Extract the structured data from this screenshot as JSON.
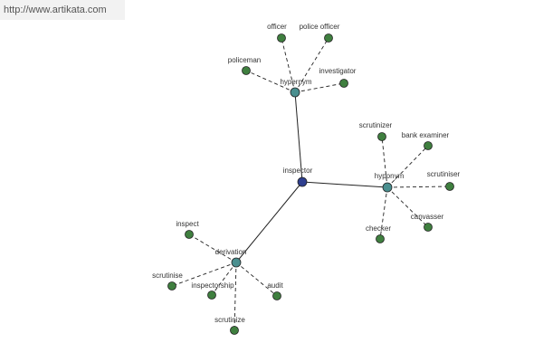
{
  "source_url": "http://www.artikata.com",
  "colors": {
    "center_node": "#2f3f8f",
    "relation_node": "#4a8f8f",
    "leaf_node": "#3f7f3f",
    "edge": "#222222"
  },
  "graph": {
    "center": {
      "id": "inspector",
      "label": "inspector"
    },
    "relations": [
      {
        "id": "hypernym",
        "label": "hypernym",
        "terms": [
          "officer",
          "police officer",
          "policeman",
          "investigator"
        ]
      },
      {
        "id": "hyponym",
        "label": "hyponym",
        "terms": [
          "scrutinizer",
          "bank examiner",
          "scrutiniser",
          "canvasser",
          "checker"
        ]
      },
      {
        "id": "derivation",
        "label": "derivation",
        "terms": [
          "inspect",
          "scrutinise",
          "inspectorship",
          "audit",
          "scrutinize"
        ]
      }
    ]
  }
}
